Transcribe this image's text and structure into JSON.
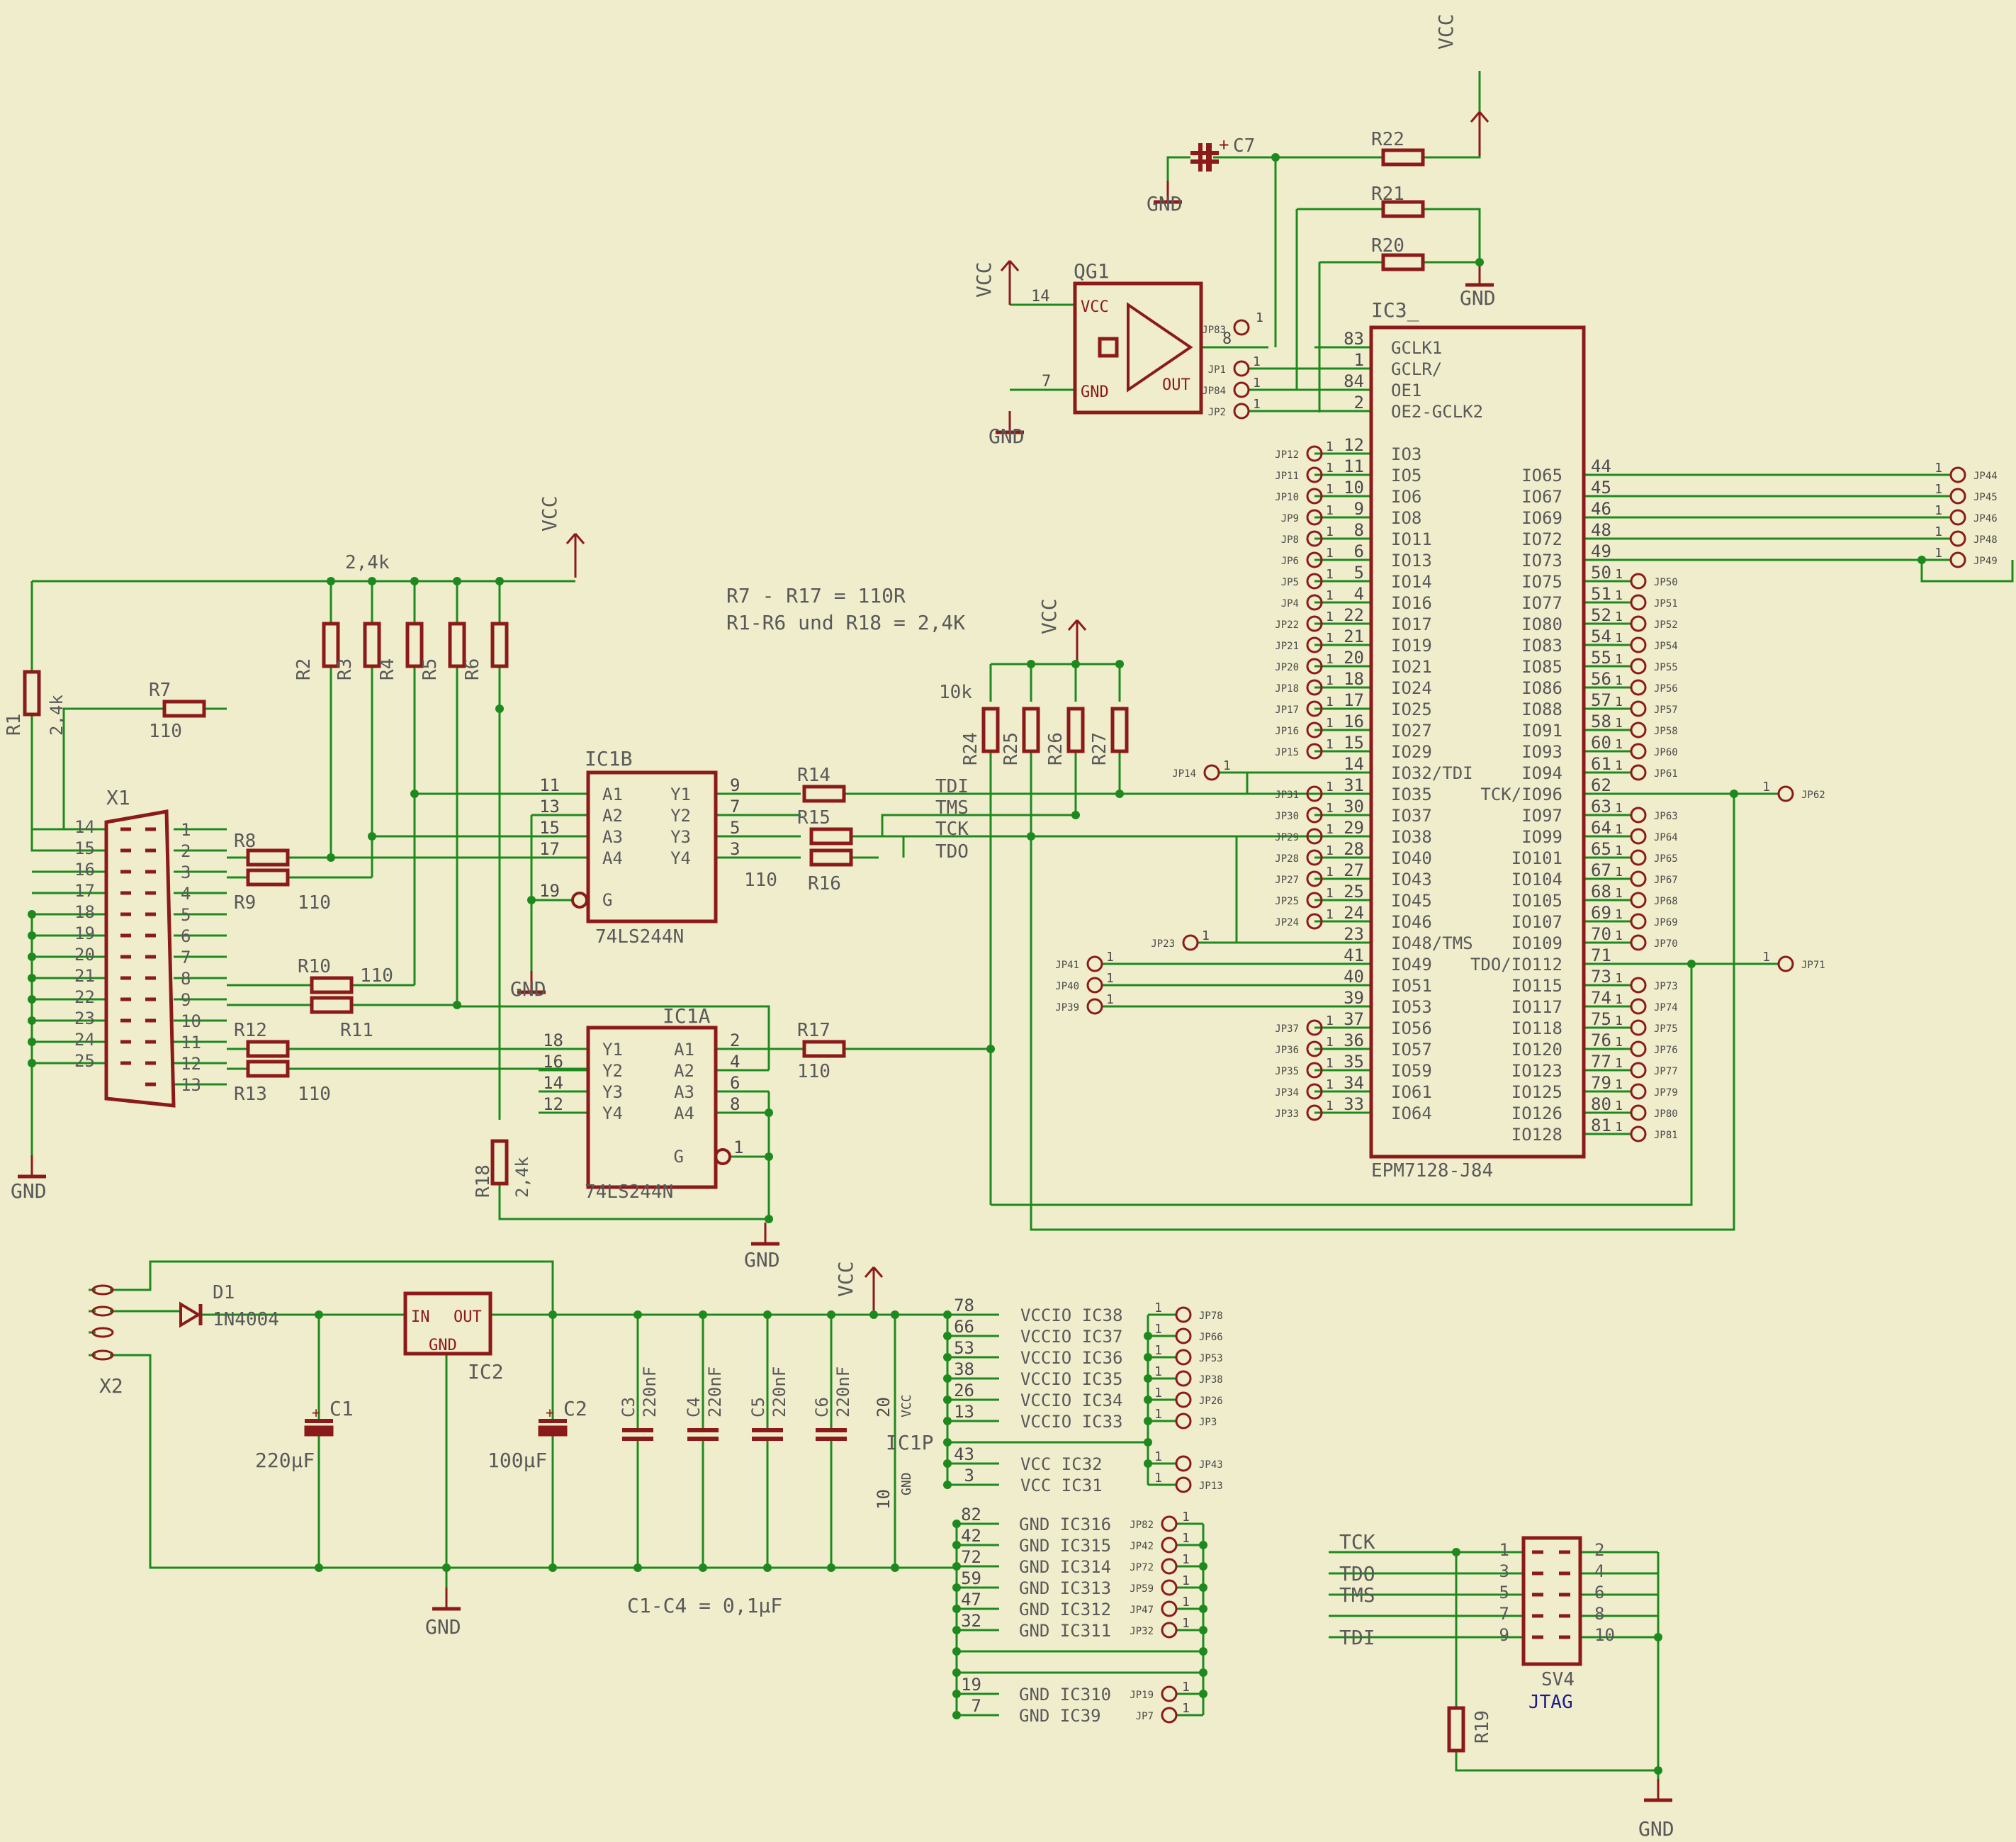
{
  "colors": {
    "background": "#F0EDCC",
    "wire": "#1E8A1E",
    "component": "#8B1A1A",
    "text": "#595959",
    "pin_label": "#4A4A4A",
    "blue_label": "#1A1A8B"
  },
  "notes": {
    "resistor_values": "R7 - R17 = 110R",
    "resistor_values2": "R1-R6 und R18 = 2,4K",
    "cap_note": "C1-C4 = 0,1µF"
  },
  "parts": {
    "ic3": {
      "name": "IC3_",
      "type": "EPM7128-J84"
    },
    "ic1a": {
      "name": "IC1A",
      "type": "74LS244N"
    },
    "ic1b": {
      "name": "IC1B",
      "type": "74LS244N"
    },
    "ic2": {
      "name": "IC2",
      "in": "IN",
      "out": "OUT",
      "gnd": "GND"
    },
    "qg1": {
      "name": "QG1",
      "vcc": "VCC",
      "gnd": "GND",
      "out": "OUT"
    },
    "x1": "X1",
    "x2": "X2",
    "d1": {
      "name": "D1",
      "type": "1N4004"
    },
    "c1": {
      "name": "C1",
      "value": "220µF"
    },
    "c2": {
      "name": "C2",
      "value": "100µF"
    },
    "c7": "C7",
    "sv4": {
      "name": "SV4",
      "type": "JTAG"
    },
    "ic1p": "IC1P",
    "r_2k4": "2,4k",
    "r_110": "110",
    "r_10k": "10k",
    "r_220n": "220nF"
  },
  "power": {
    "vcc": "VCC",
    "gnd": "GND"
  },
  "signals": {
    "tdi": "TDI",
    "tms": "TMS",
    "tck": "TCK",
    "tdo": "TDO"
  },
  "ic3_left": [
    {
      "name": "GCLK1",
      "pin": "83"
    },
    {
      "name": "GCLR/",
      "pin": "1"
    },
    {
      "name": "OE1",
      "pin": "84"
    },
    {
      "name": "OE2-GCLK2",
      "pin": "2"
    },
    {
      "name": "IO3",
      "pin": "12"
    },
    {
      "name": "IO5",
      "pin": "11"
    },
    {
      "name": "IO6",
      "pin": "10"
    },
    {
      "name": "IO8",
      "pin": "9"
    },
    {
      "name": "IO11",
      "pin": "8"
    },
    {
      "name": "IO13",
      "pin": "6"
    },
    {
      "name": "IO14",
      "pin": "5"
    },
    {
      "name": "IO16",
      "pin": "4"
    },
    {
      "name": "IO17",
      "pin": "22"
    },
    {
      "name": "IO19",
      "pin": "21"
    },
    {
      "name": "IO21",
      "pin": "20"
    },
    {
      "name": "IO24",
      "pin": "18"
    },
    {
      "name": "IO25",
      "pin": "17"
    },
    {
      "name": "IO27",
      "pin": "16"
    },
    {
      "name": "IO29",
      "pin": "15"
    },
    {
      "name": "IO32/TDI",
      "pin": "14"
    },
    {
      "name": "IO35",
      "pin": "31"
    },
    {
      "name": "IO37",
      "pin": "30"
    },
    {
      "name": "IO38",
      "pin": "29"
    },
    {
      "name": "IO40",
      "pin": "28"
    },
    {
      "name": "IO43",
      "pin": "27"
    },
    {
      "name": "IO45",
      "pin": "25"
    },
    {
      "name": "IO46",
      "pin": "24"
    },
    {
      "name": "IO48/TMS",
      "pin": "23"
    },
    {
      "name": "IO49",
      "pin": "41"
    },
    {
      "name": "IO51",
      "pin": "40"
    },
    {
      "name": "IO53",
      "pin": "39"
    },
    {
      "name": "IO56",
      "pin": "37"
    },
    {
      "name": "IO57",
      "pin": "36"
    },
    {
      "name": "IO59",
      "pin": "35"
    },
    {
      "name": "IO61",
      "pin": "34"
    },
    {
      "name": "IO64",
      "pin": "33"
    }
  ],
  "ic3_left_jp": [
    "JP83",
    "JP1",
    "JP84",
    "JP2",
    "JP12",
    "JP11",
    "JP10",
    "JP9",
    "JP8",
    "JP6",
    "JP5",
    "JP4",
    "JP22",
    "JP21",
    "JP20",
    "JP18",
    "JP17",
    "JP16",
    "JP15",
    "JP14",
    "JP31",
    "JP30",
    "JP29",
    "JP28",
    "JP27",
    "JP25",
    "JP24",
    "JP23",
    "JP41",
    "JP40",
    "JP39",
    "JP37",
    "JP36",
    "JP35",
    "JP34",
    "JP33"
  ],
  "ic3_right": [
    {
      "name": "IO65",
      "pin": "44",
      "jp": "JP44"
    },
    {
      "name": "IO67",
      "pin": "45",
      "jp": "JP45"
    },
    {
      "name": "IO69",
      "pin": "46",
      "jp": "JP46"
    },
    {
      "name": "IO72",
      "pin": "48",
      "jp": "JP48"
    },
    {
      "name": "IO73",
      "pin": "49",
      "jp": "JP49"
    },
    {
      "name": "IO75",
      "pin": "50",
      "jp": "JP50"
    },
    {
      "name": "IO77",
      "pin": "51",
      "jp": "JP51"
    },
    {
      "name": "IO80",
      "pin": "52",
      "jp": "JP52"
    },
    {
      "name": "IO83",
      "pin": "54",
      "jp": "JP54"
    },
    {
      "name": "IO85",
      "pin": "55",
      "jp": "JP55"
    },
    {
      "name": "IO86",
      "pin": "56",
      "jp": "JP56"
    },
    {
      "name": "IO88",
      "pin": "57",
      "jp": "JP57"
    },
    {
      "name": "IO91",
      "pin": "58",
      "jp": "JP58"
    },
    {
      "name": "IO93",
      "pin": "60",
      "jp": "JP60"
    },
    {
      "name": "IO94",
      "pin": "61",
      "jp": "JP61"
    },
    {
      "name": "TCK/IO96",
      "pin": "62",
      "jp": "JP62"
    },
    {
      "name": "IO97",
      "pin": "63",
      "jp": "JP63"
    },
    {
      "name": "IO99",
      "pin": "64",
      "jp": "JP64"
    },
    {
      "name": "IO101",
      "pin": "65",
      "jp": "JP65"
    },
    {
      "name": "IO104",
      "pin": "67",
      "jp": "JP67"
    },
    {
      "name": "IO105",
      "pin": "68",
      "jp": "JP68"
    },
    {
      "name": "IO107",
      "pin": "69",
      "jp": "JP69"
    },
    {
      "name": "IO109",
      "pin": "70",
      "jp": "JP70"
    },
    {
      "name": "TDO/IO112",
      "pin": "71",
      "jp": "JP71"
    },
    {
      "name": "IO115",
      "pin": "73",
      "jp": "JP73"
    },
    {
      "name": "IO117",
      "pin": "74",
      "jp": "JP74"
    },
    {
      "name": "IO118",
      "pin": "75",
      "jp": "JP75"
    },
    {
      "name": "IO120",
      "pin": "76",
      "jp": "JP76"
    },
    {
      "name": "IO123",
      "pin": "77",
      "jp": "JP77"
    },
    {
      "name": "IO125",
      "pin": "79",
      "jp": "JP79"
    },
    {
      "name": "IO126",
      "pin": "80",
      "jp": "JP80"
    },
    {
      "name": "IO128",
      "pin": "81",
      "jp": "JP81"
    }
  ],
  "vccio": [
    {
      "name": "VCCIO IC38",
      "pin": "78",
      "jp": "JP78"
    },
    {
      "name": "VCCIO IC37",
      "pin": "66",
      "jp": "JP66"
    },
    {
      "name": "VCCIO IC36",
      "pin": "53",
      "jp": "JP53"
    },
    {
      "name": "VCCIO IC35",
      "pin": "38",
      "jp": "JP38"
    },
    {
      "name": "VCCIO IC34",
      "pin": "26",
      "jp": "JP26"
    },
    {
      "name": "VCCIO IC33",
      "pin": "13",
      "jp": "JP3"
    },
    {
      "name": "VCC IC32",
      "pin": "43",
      "jp": "JP43"
    },
    {
      "name": "VCC IC31",
      "pin": "3",
      "jp": "JP13"
    }
  ],
  "gndio": [
    {
      "name": "GND IC316",
      "pin": "82",
      "jp": "JP82"
    },
    {
      "name": "GND IC315",
      "pin": "42",
      "jp": "JP42"
    },
    {
      "name": "GND IC314",
      "pin": "72",
      "jp": "JP72"
    },
    {
      "name": "GND IC313",
      "pin": "59",
      "jp": "JP59"
    },
    {
      "name": "GND IC312",
      "pin": "47",
      "jp": "JP47"
    },
    {
      "name": "GND IC311",
      "pin": "32",
      "jp": "JP32"
    },
    {
      "name": "GND IC310",
      "pin": "19",
      "jp": "JP19"
    },
    {
      "name": "GND IC39",
      "pin": "7",
      "jp": "JP7"
    }
  ],
  "x1_pins": [
    "1",
    "2",
    "3",
    "4",
    "5",
    "6",
    "7",
    "8",
    "9",
    "10",
    "11",
    "12",
    "13",
    "14",
    "15",
    "16",
    "17",
    "18",
    "19",
    "20",
    "21",
    "22",
    "23",
    "24",
    "25"
  ],
  "ic1b_pins": {
    "in": [
      "11",
      "13",
      "15",
      "17"
    ],
    "out": [
      "9",
      "7",
      "5",
      "3"
    ],
    "g": "19",
    "inl": [
      "A1",
      "A2",
      "A3",
      "A4"
    ],
    "outl": [
      "Y1",
      "Y2",
      "Y3",
      "Y4"
    ],
    "gl": "G"
  },
  "ic1a_pins": {
    "y": [
      "18",
      "16",
      "14",
      "12"
    ],
    "a": [
      "2",
      "4",
      "6",
      "8"
    ],
    "g": "1",
    "yl": [
      "Y1",
      "Y2",
      "Y3",
      "Y4"
    ],
    "al": [
      "A1",
      "A2",
      "A3",
      "A4"
    ],
    "gl": "G"
  },
  "jtag_pins": {
    "left": [
      "1",
      "3",
      "5",
      "7",
      "9"
    ],
    "right": [
      "2",
      "4",
      "6",
      "8",
      "10"
    ]
  },
  "ic1p_pins": {
    "vcc": "20",
    "gnd": "10"
  },
  "misc_pins": {
    "qg1_vcc": "14",
    "qg1_gnd": "7",
    "qg1_out": "8",
    "one": "1"
  },
  "resistors": [
    "R1",
    "R2",
    "R3",
    "R4",
    "R5",
    "R6",
    "R7",
    "R8",
    "R9",
    "R10",
    "R11",
    "R12",
    "R13",
    "R14",
    "R15",
    "R16",
    "R17",
    "R18",
    "R19",
    "R20",
    "R21",
    "R22",
    "R24",
    "R25",
    "R26",
    "R27"
  ],
  "caps": [
    "C3",
    "C4",
    "C5",
    "C6"
  ]
}
